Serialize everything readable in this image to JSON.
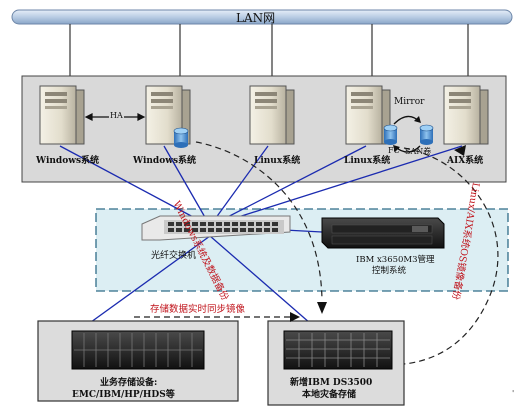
{
  "network": {
    "lan_label": "LAN网"
  },
  "servers": [
    {
      "label": "Windows系统"
    },
    {
      "label": "Windows系统"
    },
    {
      "label": "Linux系统"
    },
    {
      "label": "Linux系统"
    },
    {
      "label": "AIX系统"
    }
  ],
  "ha_label": "HA",
  "mirror_label": "Mirror",
  "fc_label": "FC",
  "san_label": "SAN卷",
  "fiber_switch_label": "光纤交换机",
  "management": {
    "line1": "IBM x3650M3管理",
    "line2": "控制系统"
  },
  "storage_business": {
    "line1": "业务存储设备:",
    "line2": "EMC/IBM/HP/HDS等"
  },
  "storage_backup": {
    "line1": "新增IBM DS3500",
    "line2": "本地灾备存储"
  },
  "annotations": {
    "windows_backup": "Windows系统及数据备份",
    "realtime_mirror": "存储数据实时同步镜像",
    "linux_aix_backup": "Linux/AIX系统OS镜像备份"
  },
  "colors": {
    "lan_bar": "#b9cde4",
    "server_panel": "#d9d9d9",
    "switch_panel": "#dceef3",
    "link_blue": "#1b2bb0",
    "annotation_red": "#c0141c"
  }
}
